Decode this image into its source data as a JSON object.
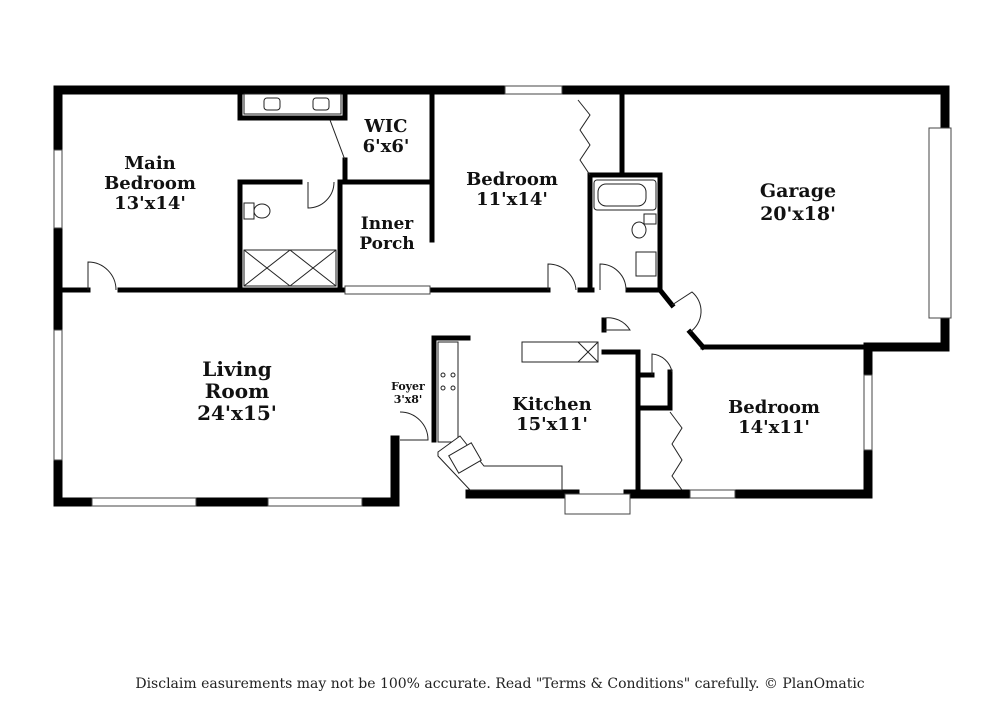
{
  "rooms": {
    "main_bedroom": {
      "name_line1": "Main",
      "name_line2": "Bedroom",
      "dims": "13'x14'"
    },
    "wic": {
      "name": "WIC",
      "dims": "6'x6'"
    },
    "bedroom_top": {
      "name": "Bedroom",
      "dims": "11'x14'"
    },
    "garage": {
      "name": "Garage",
      "dims": "20'x18'"
    },
    "inner_porch": {
      "name_line1": "Inner",
      "name_line2": "Porch"
    },
    "living_room": {
      "name_line1": "Living",
      "name_line2": "Room",
      "dims": "24'x15'"
    },
    "foyer": {
      "name": "Foyer",
      "dims": "3'x8'"
    },
    "kitchen": {
      "name": "Kitchen",
      "dims": "15'x11'"
    },
    "bedroom_right": {
      "name": "Bedroom",
      "dims": "14'x11'"
    }
  },
  "footer": {
    "disclaimer": "Disclaim      easurements may not be 100% accurate. Read \"Terms & Conditions\" carefully. © PlanOmatic"
  }
}
